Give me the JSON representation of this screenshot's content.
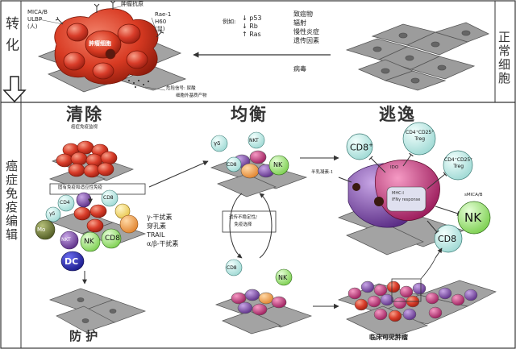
{
  "top": {
    "side_left": "转 化",
    "side_right": "正常细胞",
    "ligands": [
      "MICA/B",
      "ULBP",
      "(人)"
    ],
    "tumor_antigen": "肿瘤抗原",
    "tumor_cell": "肿瘤细胞",
    "rae": [
      "Rae-1",
      "H60",
      "(鼠)"
    ],
    "example_title": "例如:",
    "example_items": [
      "↓ p53",
      "↓ Rb",
      "↑ Ras"
    ],
    "causes": [
      "致癌物",
      "辐射",
      "慢性炎症",
      "遗传因素"
    ],
    "virus": "病毒",
    "danger": [
      "危险信号: 尿酸",
      "细胞外基质产物"
    ]
  },
  "bottom": {
    "side_label": "癌症免疫编辑",
    "phase_elimination": "清除",
    "phase_equilibrium": "均衡",
    "phase_escape": "逃逸",
    "surveillance": "癌症免疫监视",
    "innate_box": "固有免疫和适应性免疫",
    "cytokines": [
      "γ-干扰素",
      "穿孔素",
      "TRAIL",
      "α/β-干扰素"
    ],
    "protection": "防 护",
    "equilibrium_box": [
      "遗传不稳定性/",
      "免疫选择"
    ],
    "galectin": "半乳凝素-1",
    "ido": "IDO",
    "smica": "sMICA/B",
    "mhc": [
      "MHC-I",
      "IFNγ response"
    ],
    "clinical": "临床可见肿瘤"
  },
  "cells": {
    "cd8": "CD8",
    "cd8_sup": "+",
    "nk": "NK",
    "nkt": "NKT",
    "gd": "γδ",
    "cd4": "CD4",
    "mo": "Mo",
    "dc": "DC",
    "treg_a": [
      "CD4⁺CD25⁺",
      "Treg"
    ],
    "treg_b": [
      "CD4⁺CD25⁺",
      "Treg"
    ]
  },
  "colors": {
    "tumor_red": "#d83a22",
    "normal_gray": "#8a8a8a",
    "nk_green": "#9fe07c",
    "cd8_teal": "#bfe9e6",
    "dc_blue": "#2d2fb0",
    "mo_olive": "#6c7a3a",
    "purple": "#7a4aa0",
    "magenta": "#c2307a"
  }
}
